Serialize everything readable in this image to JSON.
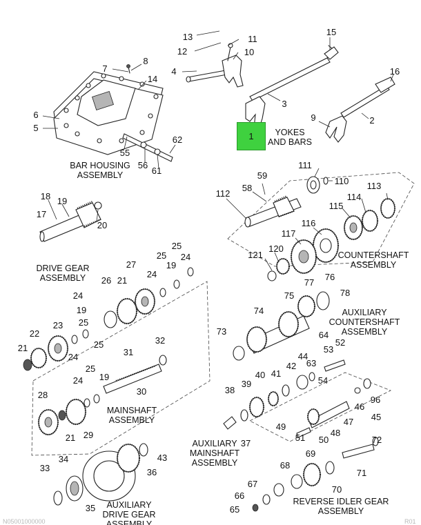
{
  "highlight": {
    "label": "1",
    "color": "#3fd13f"
  },
  "footer": {
    "left": "N05001000000",
    "right": "R01"
  },
  "groups": {
    "yokes_and_bars": "YOKES\nAND BARS",
    "bar_housing": "BAR HOUSING\nASSEMBLY",
    "countershaft": "COUNTERSHAFT\nASSEMBLY",
    "drive_gear": "DRIVE GEAR\nASSEMBLY",
    "aux_countershaft": "AUXILIARY\nCOUNTERSHAFT\nASSEMBLY",
    "mainshaft": "MAINSHAFT\nASSEMBLY",
    "aux_mainshaft": "AUXILIARY\nMAINSHAFT\nASSEMBLY",
    "aux_drive_gear": "AUXILIARY\nDRIVE GEAR\nASSEMBLY",
    "reverse_idler": "REVERSE IDLER GEAR\nASSEMBLY"
  },
  "labels": {
    "n2": "2",
    "n3": "3",
    "n4": "4",
    "n5": "5",
    "n6": "6",
    "n7": "7",
    "n8": "8",
    "n9": "9",
    "n10": "10",
    "n11": "11",
    "n12": "12",
    "n13": "13",
    "n14": "14",
    "n15": "15",
    "n16": "16",
    "n17": "17",
    "n18": "18",
    "n19": "19",
    "n20": "20",
    "n21a": "21",
    "n21b": "21",
    "n21c": "21",
    "n22": "22",
    "n23": "23",
    "n24a": "24",
    "n24b": "24",
    "n24c": "24",
    "n24d": "24",
    "n24e": "24",
    "n25a": "25",
    "n25b": "25",
    "n25c": "25",
    "n25d": "25",
    "n25e": "25",
    "n26": "26",
    "n27": "27",
    "n28": "28",
    "n29": "29",
    "n30": "30",
    "n31": "31",
    "n32": "32",
    "n33": "33",
    "n34": "34",
    "n35": "35",
    "n36": "36",
    "n37": "37",
    "n38": "38",
    "n39": "39",
    "n40": "40",
    "n41": "41",
    "n42": "42",
    "n43": "43",
    "n44": "44",
    "n45": "45",
    "n46": "46",
    "n47": "47",
    "n48": "48",
    "n49": "49",
    "n50": "50",
    "n51": "51",
    "n52": "52",
    "n53": "53",
    "n54": "54",
    "n55": "55",
    "n56": "56",
    "n58": "58",
    "n59": "59",
    "n61": "61",
    "n62": "62",
    "n63": "63",
    "n64": "64",
    "n65": "65",
    "n66": "66",
    "n67": "67",
    "n68": "68",
    "n69": "69",
    "n70": "70",
    "n71": "71",
    "n72": "72",
    "n73": "73",
    "n74": "74",
    "n75": "75",
    "n76": "76",
    "n77": "77",
    "n78": "78",
    "n96": "96",
    "n110": "110",
    "n111": "111",
    "n112": "112",
    "n113": "113",
    "n114": "114",
    "n115": "115",
    "n116": "116",
    "n117": "117",
    "n120": "120",
    "n121": "121",
    "n19b": "19",
    "n19c": "19",
    "n19d": "19"
  }
}
